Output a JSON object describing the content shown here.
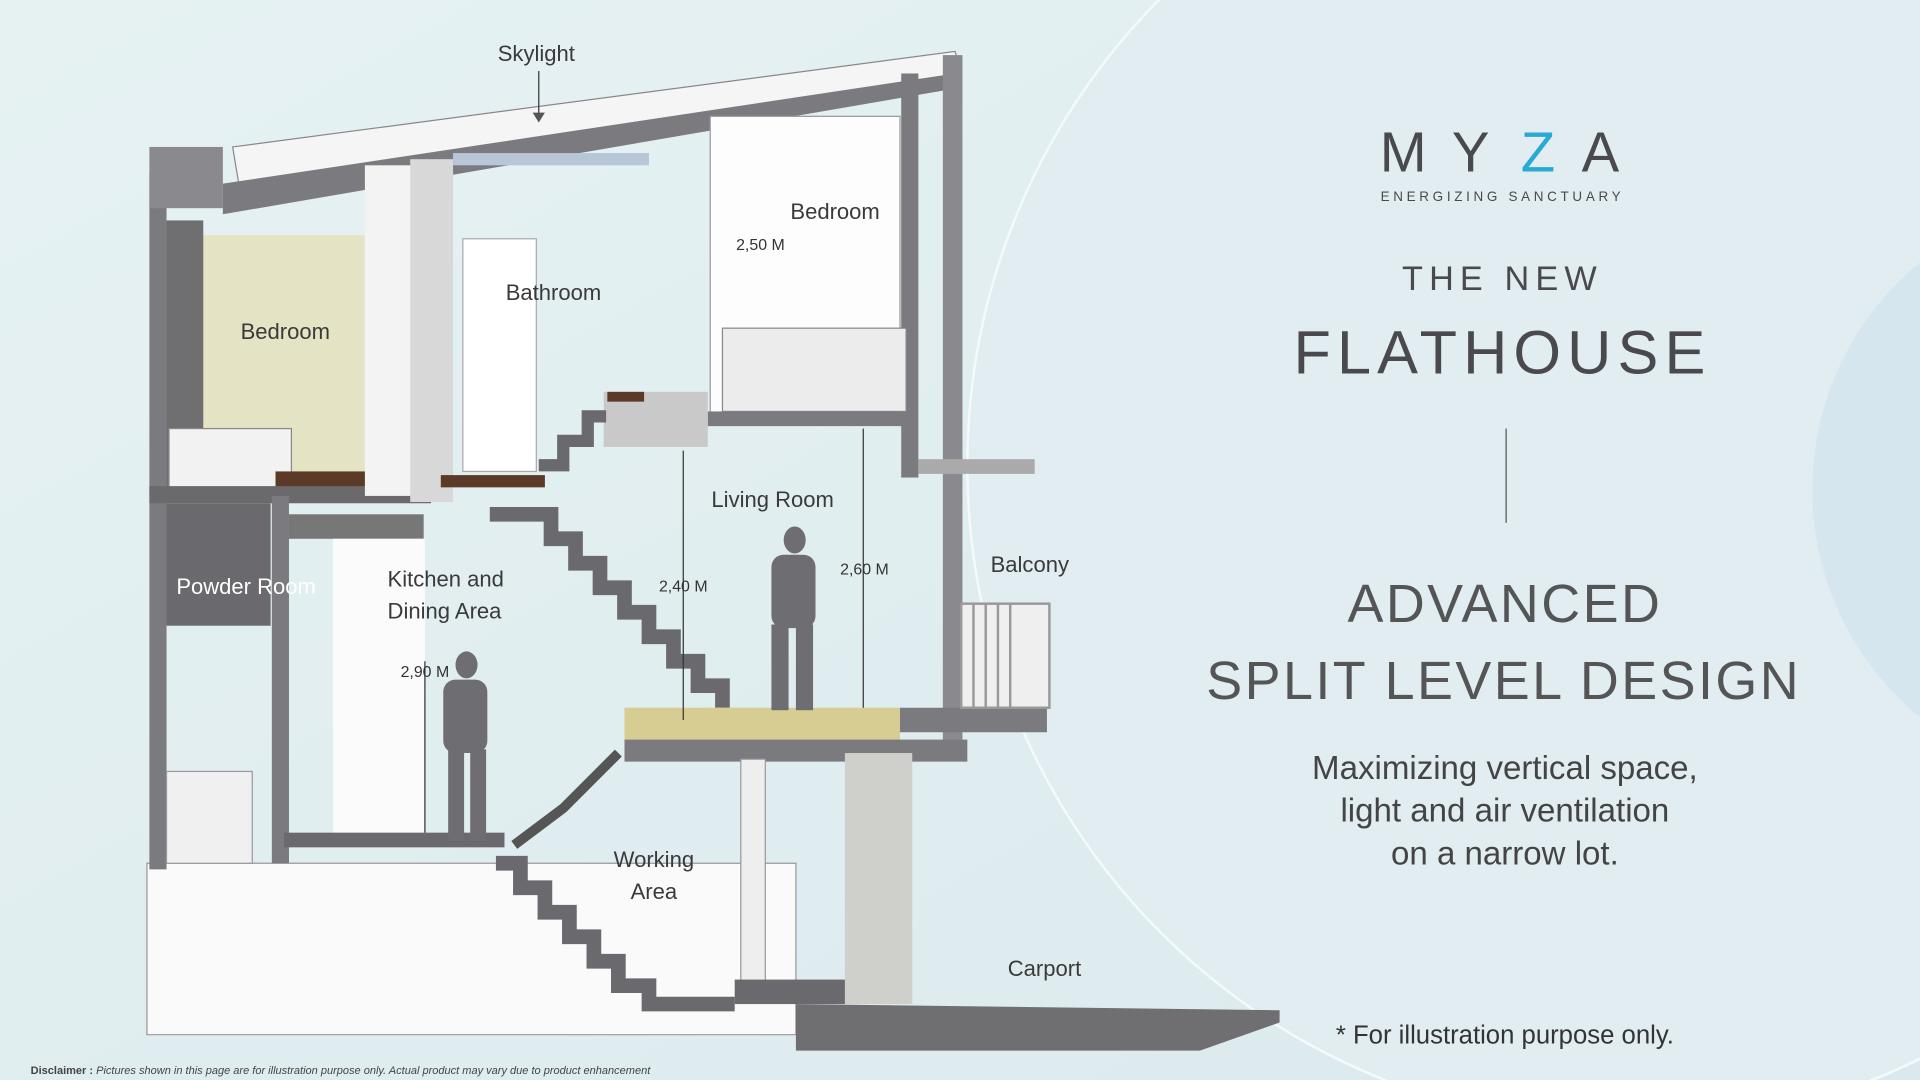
{
  "brand": {
    "logo_letters": [
      "M",
      "Y",
      "Z",
      "A"
    ],
    "tagline": "ENERGIZING SANCTUARY",
    "accent": "#29a9d6"
  },
  "headline": {
    "pre": "THE NEW",
    "title": "FLATHOUSE"
  },
  "feature": {
    "line1": "ADVANCED",
    "line2": "SPLIT LEVEL DESIGN"
  },
  "description": [
    "Maximizing vertical space,",
    "light and air ventilation",
    "on a narrow lot."
  ],
  "footnote": "* For illustration purpose only.",
  "disclaimer": {
    "label": "Disclaimer :",
    "text": "Pictures shown in this page are for illustration purpose only. Actual product may vary due to product enhancement"
  },
  "illustration": {
    "labels": {
      "skylight": "Skylight",
      "bedroom_left": "Bedroom",
      "bathroom": "Bathroom",
      "bedroom_top": "Bedroom",
      "living_room": "Living Room",
      "powder_room": "Powder Room",
      "kitchen_1": "Kitchen and",
      "kitchen_2": "Dining Area",
      "balcony": "Balcony",
      "working_1": "Working",
      "working_2": "Area",
      "carport": "Carport"
    },
    "dimensions": {
      "d250": "2,50 M",
      "d240": "2,40 M",
      "d260": "2,60 M",
      "d290": "2,90 M"
    }
  }
}
